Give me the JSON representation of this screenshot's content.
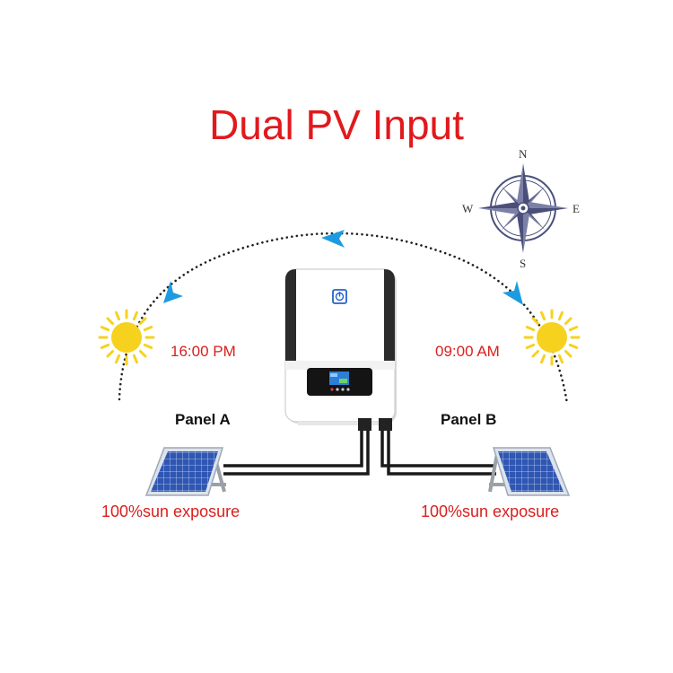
{
  "title": "Dual PV Input",
  "compass": {
    "north": "N",
    "south": "S",
    "east": "E",
    "west": "W"
  },
  "sun_left": {
    "time": "16:00 PM"
  },
  "sun_right": {
    "time": "09:00 AM"
  },
  "panel_a": {
    "label": "Panel A",
    "exposure": "100%sun exposure"
  },
  "panel_b": {
    "label": "Panel B",
    "exposure": "100%sun exposure"
  },
  "colors": {
    "title": "#e1191d",
    "label_red": "#d9201e",
    "sun": "#f6d21f",
    "arrow": "#1e9be0",
    "panel": "#2a4fa8",
    "compass": "#4a4f7a"
  }
}
